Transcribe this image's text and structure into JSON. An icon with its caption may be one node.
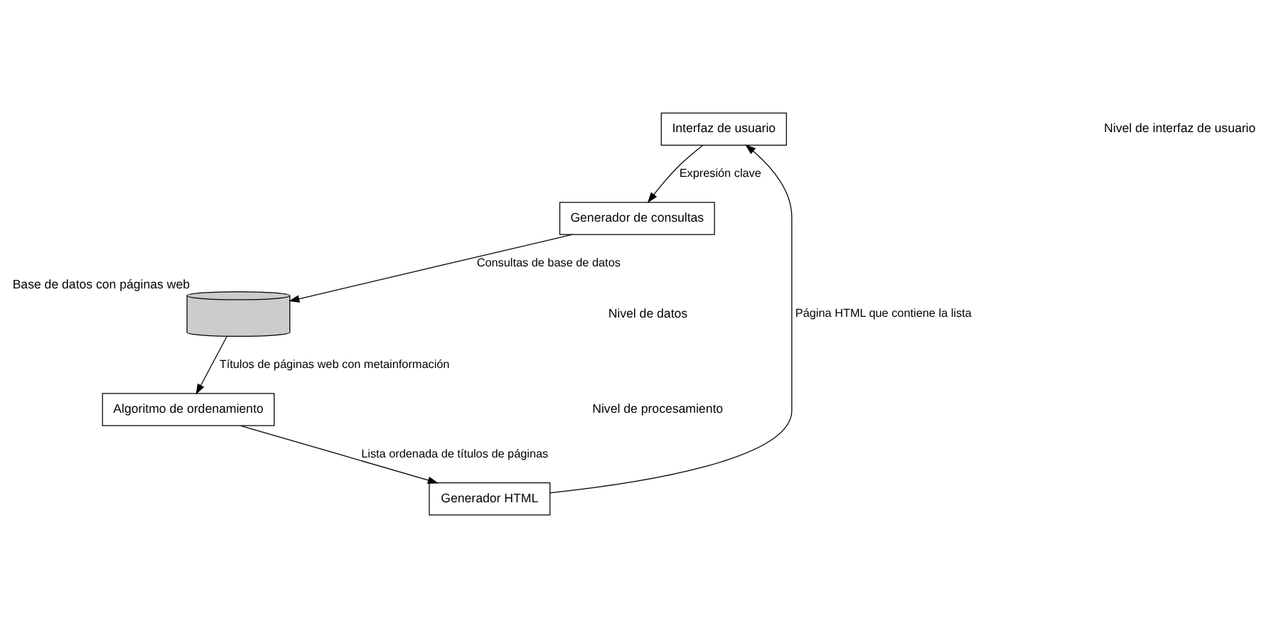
{
  "diagram": {
    "nodes": [
      {
        "text": [
          "Interfaz de usuario"
        ]
      },
      {
        "text": [
          "Generador de consultas"
        ]
      },
      {
        "text": [
          "Generador HTML"
        ]
      },
      {
        "text": [
          "Algoritmo de ordenamiento"
        ]
      },
      {
        "text": [],
        "shape": "cylinder",
        "beside": [
          "Base de datos con páginas web"
        ]
      }
    ],
    "edges": [
      {
        "from": 0,
        "to": 1,
        "arrow": "to",
        "label": "Expresión clave"
      },
      {
        "from": 1,
        "to": 4,
        "arrow": "to",
        "label": "Consultas de base de datos"
      },
      {
        "from": 4,
        "to": 3,
        "arrow": "to",
        "label": "Títulos de páginas web con metainformación"
      },
      {
        "from": 3,
        "to": 2,
        "arrow": "to",
        "label": "Lista ordenada de títulos de páginas"
      },
      {
        "from": 2,
        "to": 0,
        "arrow": "to",
        "label": "Página HTML que contiene la lista"
      }
    ],
    "labels": [
      "Nivel de interfaz de usuario",
      "Nivel de procesamiento",
      "Nivel de datos"
    ]
  }
}
